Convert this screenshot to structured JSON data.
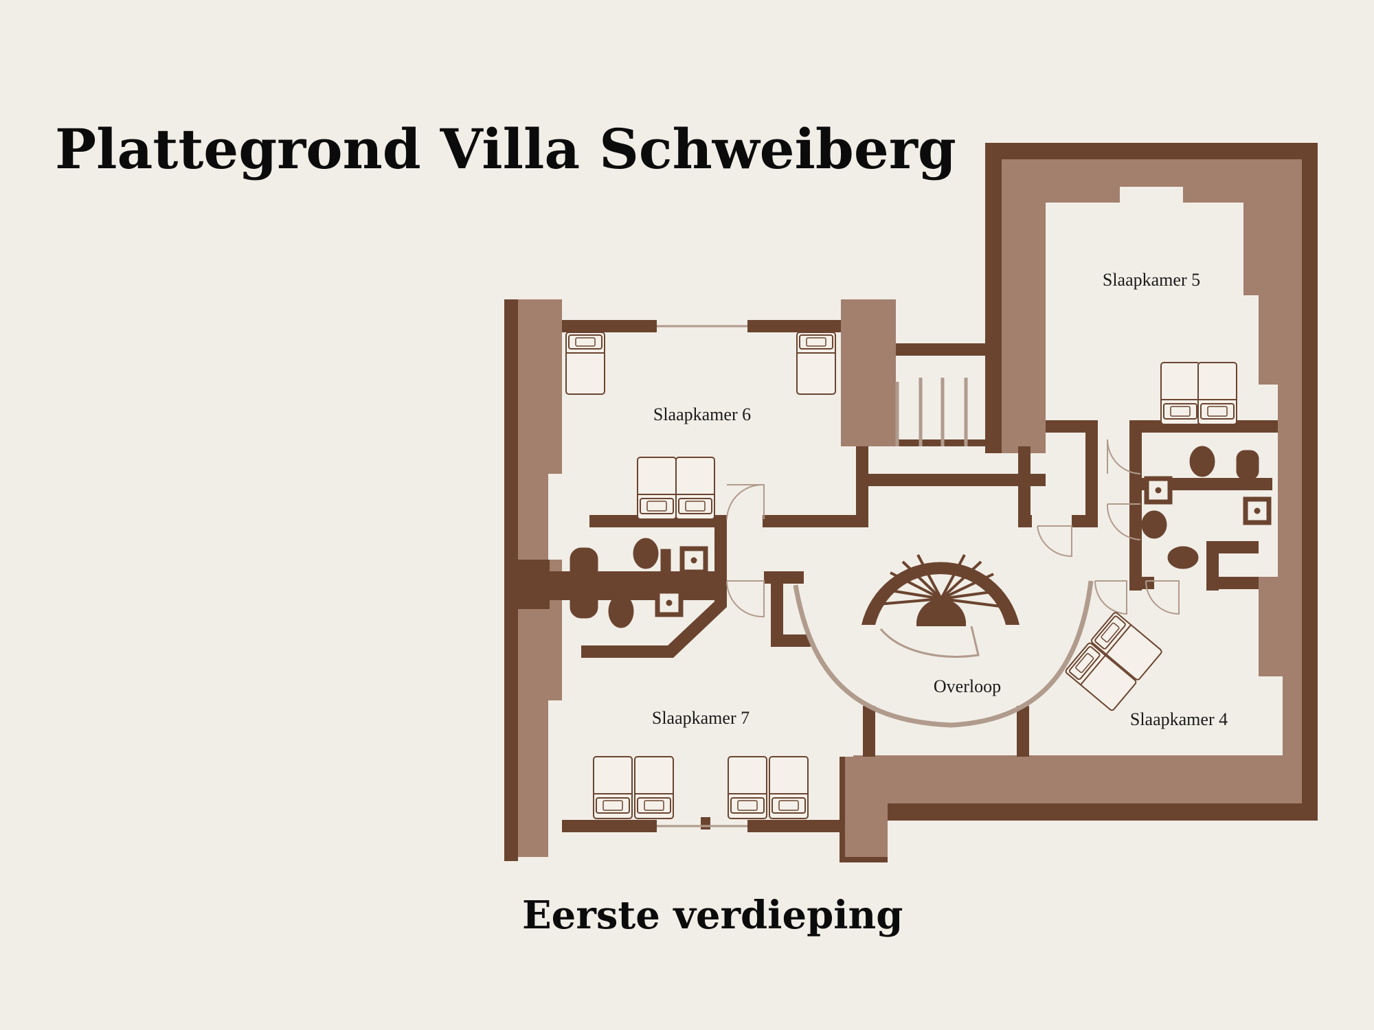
{
  "title": "Plattegrond Villa Schweiberg",
  "floor_name": "Eerste verdieping",
  "rooms": {
    "slaapkamer5": "Slaapkamer 5",
    "slaapkamer6": "Slaapkamer 6",
    "slaapkamer7": "Slaapkamer 7",
    "slaapkamer4": "Slaapkamer 4",
    "overloop": "Overloop"
  },
  "colors": {
    "background": "#f1eee7",
    "wall_dark": "#6b4430",
    "wall_light": "#a37f6d",
    "fixture_line": "#6b4430",
    "light_line": "#b09b8d"
  }
}
